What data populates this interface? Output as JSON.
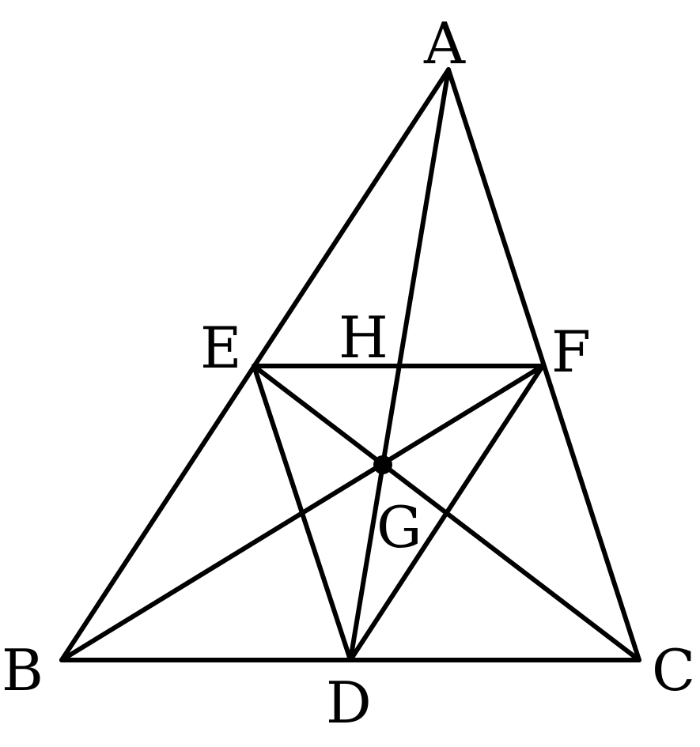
{
  "figure": {
    "points": {
      "A": "A",
      "B": "B",
      "C": "C",
      "D": "D",
      "E": "E",
      "F": "F",
      "G": "G",
      "H": "H"
    },
    "segments": [
      [
        "A",
        "B"
      ],
      [
        "A",
        "C"
      ],
      [
        "B",
        "C"
      ],
      [
        "E",
        "F"
      ],
      [
        "A",
        "D"
      ],
      [
        "E",
        "D"
      ],
      [
        "F",
        "D"
      ],
      [
        "E",
        "C"
      ],
      [
        "B",
        "F"
      ]
    ],
    "marked_point": "G",
    "colors": {
      "stroke": "#000000",
      "background": "#ffffff"
    }
  }
}
